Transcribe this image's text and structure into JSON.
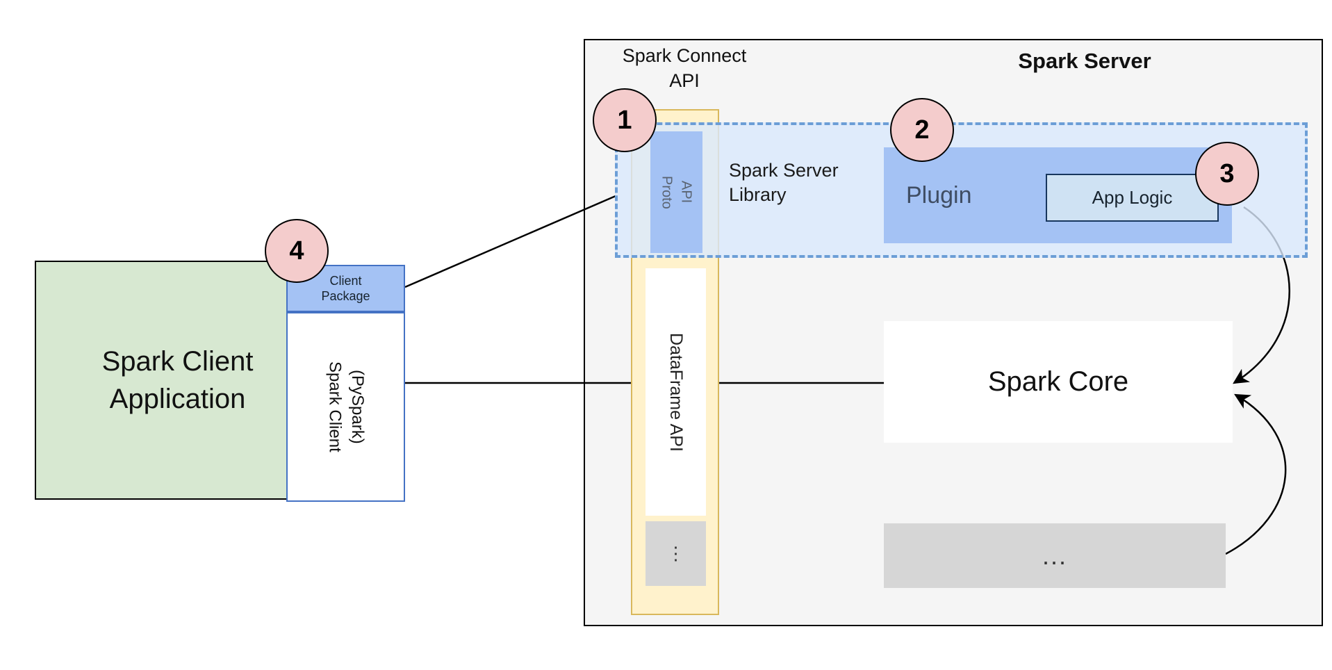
{
  "colors": {
    "server_bg": "#f5f5f5",
    "client_app_green": "#d7e8d1",
    "blue_fill": "#a4c2f4",
    "cream_fill": "#fff2cc",
    "cream_border": "#d9b85c",
    "dashed_fill": "#dae8fc",
    "dashed_border": "#6c9ed6",
    "app_logic_fill": "#cfe2f3",
    "gray_fill": "#d6d6d6",
    "badge_fill": "#f4cccc",
    "client_border_blue": "#4472c4"
  },
  "server": {
    "title": "Spark Server",
    "connect_api_label": "Spark Connect\nAPI",
    "proto_api_label": "Proto\nAPI",
    "dataframe_api_label": "DataFrame API",
    "column_ellipsis": "⋮",
    "library_label": "Spark Server\nLibrary",
    "plugin_label": "Plugin",
    "app_logic_label": "App Logic",
    "core_label": "Spark Core",
    "bottom_ellipsis": "..."
  },
  "client": {
    "app_label": "Spark Client\nApplication",
    "package_label": "Client\nPackage",
    "client_label": "Spark Client\n(PySpark)"
  },
  "badges": {
    "one": "1",
    "two": "2",
    "three": "3",
    "four": "4"
  }
}
